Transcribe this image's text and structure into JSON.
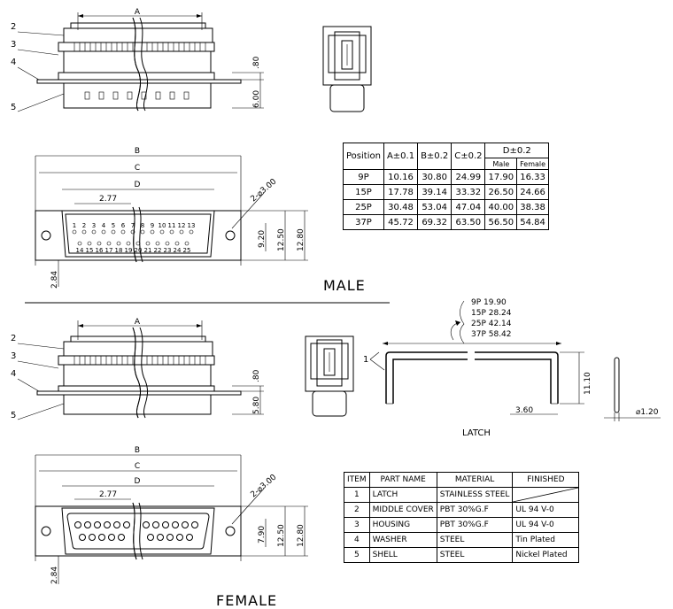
{
  "callouts": [
    "1",
    "2",
    "3",
    "4",
    "5"
  ],
  "dims": {
    "A": "A",
    "B": "B",
    "C": "C",
    "D": "D",
    "top_h1": ".80",
    "top_h2": "6.00",
    "bottom_h2": "5.80",
    "pitch": "2.77",
    "hole_male": "2-⌀3.00",
    "hole_female": "2-⌀3.00",
    "h_9_20": "9.20",
    "h_7_90": "7.90",
    "h_12_50": "12.50",
    "h_12_80": "12.80",
    "offset": "2.84",
    "latch_w": "3.60",
    "latch_h": "11.10",
    "wire": "⌀1.20"
  },
  "male_pins_top": [
    "1",
    "2",
    "3",
    "4",
    "5",
    "6",
    "7",
    "8",
    "9",
    "10",
    "11",
    "12",
    "13"
  ],
  "male_pins_bottom": [
    "14",
    "15",
    "16",
    "17",
    "18",
    "19",
    "20",
    "21",
    "22",
    "23",
    "24",
    "25"
  ],
  "latch_lengths": [
    "9P  19.90",
    "15P  28.24",
    "25P  42.14",
    "37P  58.42"
  ],
  "labels": {
    "male": "MALE",
    "female": "FEMALE",
    "latch": "LATCH"
  },
  "position_table": {
    "headers": [
      "Position",
      "A±0.1",
      "B±0.2",
      "C±0.2",
      "D±0.2"
    ],
    "subheaders": [
      "Male",
      "Female"
    ],
    "rows": [
      [
        "9P",
        "10.16",
        "30.80",
        "24.99",
        "17.90",
        "16.33"
      ],
      [
        "15P",
        "17.78",
        "39.14",
        "33.32",
        "26.50",
        "24.66"
      ],
      [
        "25P",
        "30.48",
        "53.04",
        "47.04",
        "40.00",
        "38.38"
      ],
      [
        "37P",
        "45.72",
        "69.32",
        "63.50",
        "56.50",
        "54.84"
      ]
    ]
  },
  "parts_table": {
    "headers": [
      "ITEM",
      "PART NAME",
      "MATERIAL",
      "FINISHED"
    ],
    "rows": [
      [
        "1",
        "LATCH",
        "STAINLESS STEEL",
        ""
      ],
      [
        "2",
        "MIDDLE COVER",
        "PBT 30%G.F",
        "UL 94 V-0"
      ],
      [
        "3",
        "HOUSING",
        "PBT 30%G.F",
        "UL 94 V-0"
      ],
      [
        "4",
        "WASHER",
        "STEEL",
        "Tin Plated"
      ],
      [
        "5",
        "SHELL",
        "STEEL",
        "Nickel Plated"
      ]
    ]
  }
}
